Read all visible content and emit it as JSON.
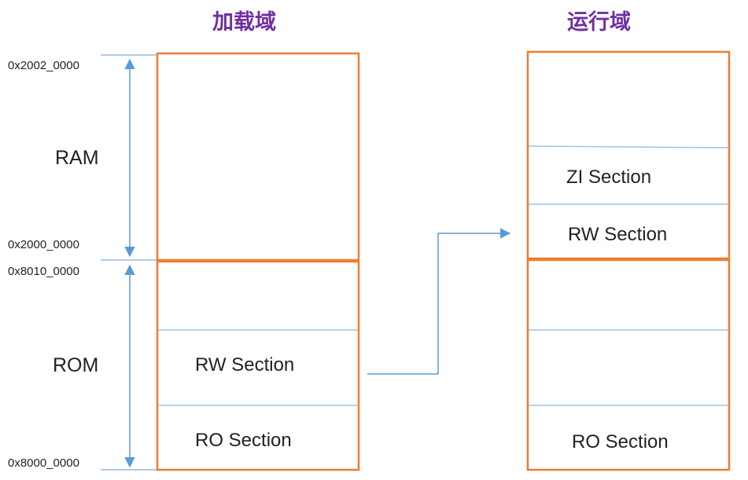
{
  "load_domain": {
    "title": "加载域",
    "sections": {
      "rw": "RW Section",
      "ro": "RO Section"
    }
  },
  "run_domain": {
    "title": "运行域",
    "sections": {
      "zi": "ZI Section",
      "rw": "RW Section",
      "ro": "RO Section"
    }
  },
  "memory": {
    "ram": {
      "label": "RAM",
      "top_addr": "0x2002_0000",
      "bottom_addr": "0x2000_0000"
    },
    "rom": {
      "label": "ROM",
      "top_addr": "0x8010_0000",
      "bottom_addr": "0x8000_0000"
    }
  },
  "colors": {
    "box_border": "#ed7d31",
    "divider": "#9dc3e6",
    "arrow": "#5b9bd5",
    "title": "#7030a0"
  }
}
